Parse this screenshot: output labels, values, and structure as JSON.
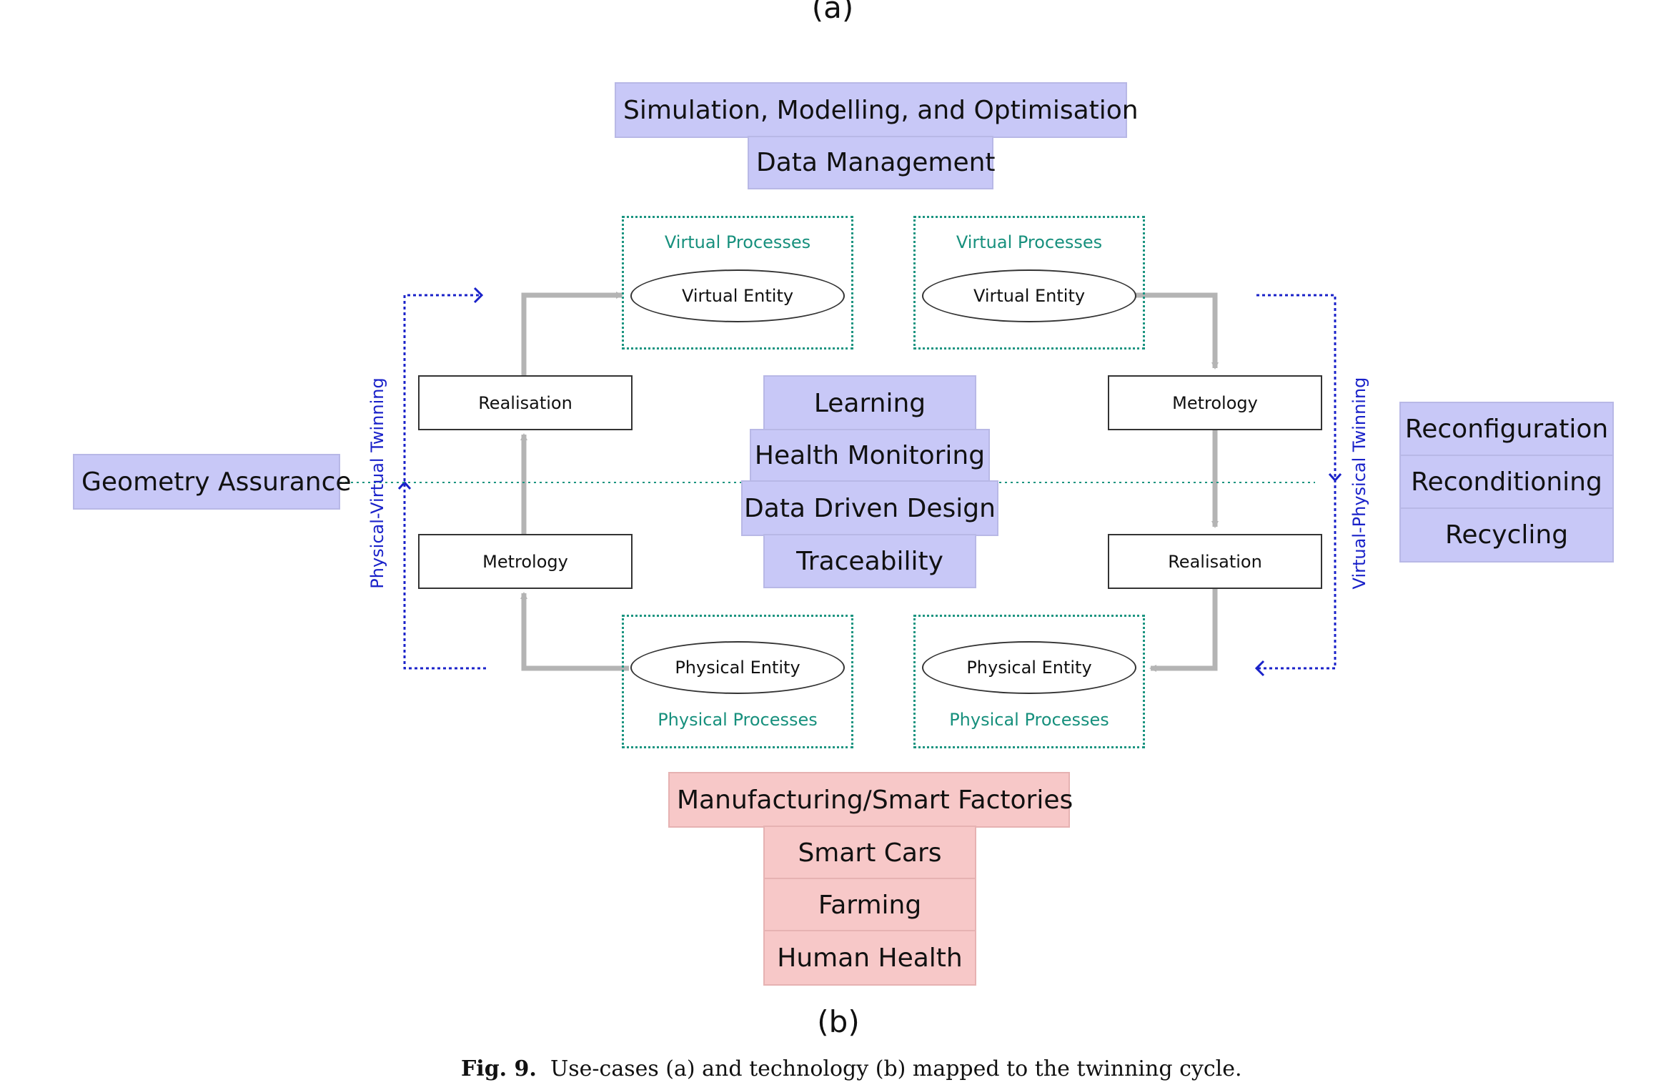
{
  "labels": {
    "panel_a": "(a)",
    "panel_b": "(b)"
  },
  "top": {
    "simulation": "Simulation, Modelling, and Optimisation",
    "data_management": "Data Management"
  },
  "processes": {
    "virtual": "Virtual Processes",
    "physical": "Physical Processes"
  },
  "entities": {
    "virtual": "Virtual Entity",
    "physical": "Physical Entity"
  },
  "steps": {
    "realisation": "Realisation",
    "metrology": "Metrology"
  },
  "center": [
    "Learning",
    "Health Monitoring",
    "Data Driven Design",
    "Traceability"
  ],
  "left": {
    "geometry": "Geometry Assurance",
    "twinning": "Physical-Virtual Twinning"
  },
  "right": {
    "items": [
      "Reconfiguration",
      "Reconditioning",
      "Recycling"
    ],
    "twinning": "Virtual-Physical Twinning"
  },
  "bottom": [
    "Manufacturing/Smart Factories",
    "Smart Cars",
    "Farming",
    "Human Health"
  ],
  "caption": {
    "fig": "Fig. 9.",
    "text": "Use-cases (a) and technology (b) mapped to the twinning cycle."
  },
  "colors": {
    "use_case": "#c8c8f7",
    "technology": "#f7c8c8",
    "process_border": "#1a9480",
    "twinning": "#1a22c9",
    "flow_arrow": "#b4b4b4"
  }
}
